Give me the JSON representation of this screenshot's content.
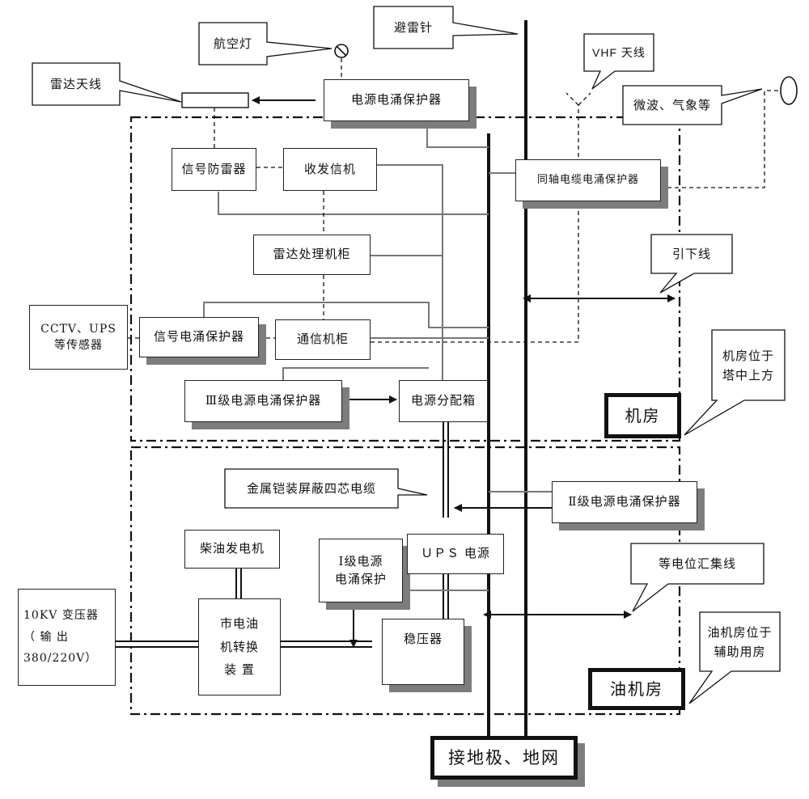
{
  "nodes": {
    "nav_light": "航空灯",
    "lightning_rod": "避雷针",
    "vhf_antenna": "VHF 天线",
    "radar_antenna": "雷达天线",
    "power_surge_protector": "电源电涌保护器",
    "microwave": "微波、气象等",
    "signal_arrester": "信号防雷器",
    "transceiver": "收发信机",
    "coax_surge_protector": "同轴电缆电涌保护器",
    "radar_cabinet": "雷达处理机柜",
    "down_conductor": "引下线",
    "cctv_sensors": "CCTV、UPS\n等传感器",
    "signal_surge_protector": "信号电涌保护器",
    "comm_cabinet": "通信机柜",
    "tower_room_note": "机房位于\n塔中上方",
    "level3_surge": "Ⅲ级电源电涌保护器",
    "power_distribution": "电源分配箱",
    "machine_room": "机房",
    "armored_cable": "金属铠装屏蔽四芯电缆",
    "level2_surge": "Ⅱ级电源电涌保护器",
    "diesel_generator": "柴油发电机",
    "level1_surge": "Ⅰ级电源\n电涌保护",
    "ups_power": "ＵＰＳ 电源",
    "equipotential_bus": "等电位汇集线",
    "oil_room_note": "油机房位于\n辅助用房",
    "transformer": "10KV 变压器\n（   输   出\n380/220V）",
    "switch_device": "市电油\n机转换\n装 置",
    "voltage_regulator": "稳压器",
    "oil_room": "油机房",
    "ground_grid": "接地极、地网"
  }
}
